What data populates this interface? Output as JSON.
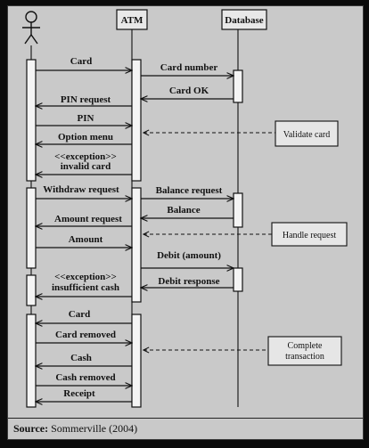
{
  "participants": {
    "atm": "ATM",
    "database": "Database"
  },
  "messages": {
    "card": "Card",
    "card_number": "Card number",
    "card_ok": "Card OK",
    "pin_request": "PIN request",
    "pin": "PIN",
    "option_menu": "Option menu",
    "invalid_card_1": "<<exception>>",
    "invalid_card_2": "invalid card",
    "withdraw_request": "Withdraw request",
    "balance_request": "Balance request",
    "balance": "Balance",
    "amount_request": "Amount request",
    "amount": "Amount",
    "debit_amount": "Debit (amount)",
    "debit_response": "Debit response",
    "insufficient_1": "<<exception>>",
    "insufficient_2": "insufficient cash",
    "card_2": "Card",
    "card_removed": "Card removed",
    "cash": "Cash",
    "cash_removed": "Cash removed",
    "receipt": "Receipt"
  },
  "notes": {
    "validate_card": "Validate card",
    "handle_request": "Handle request",
    "complete_1": "Complete",
    "complete_2": "transaction"
  },
  "source": {
    "label": "Source:",
    "text": "Sommerville (2004)"
  }
}
